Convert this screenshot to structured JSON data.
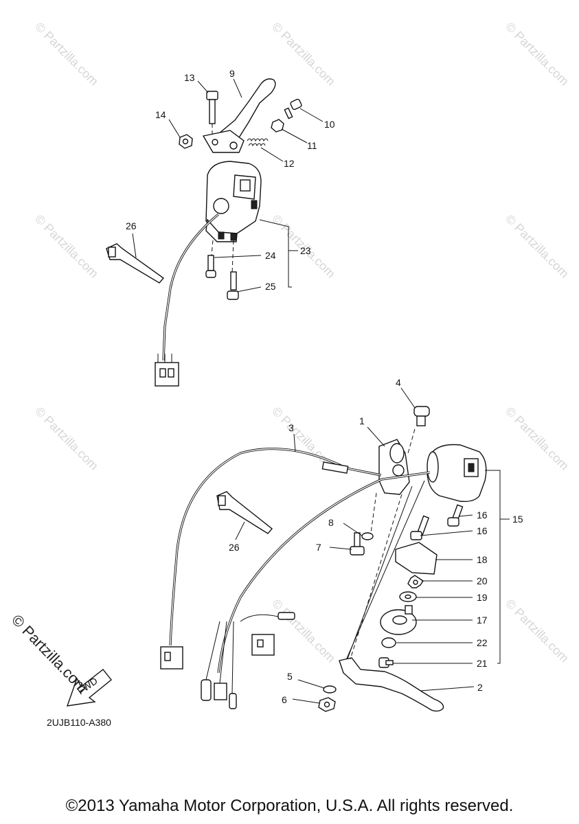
{
  "watermark": "© Partzilla.com",
  "brand_mark": "© Partzilla.com",
  "diagram_code": "2UJB110-A380",
  "copyright": "©2013 Yamaha Motor Corporation, U.S.A. All rights reserved.",
  "fwd_label": "FWD",
  "callouts": [
    {
      "id": "c13",
      "text": "13"
    },
    {
      "id": "c9",
      "text": "9"
    },
    {
      "id": "c14",
      "text": "14"
    },
    {
      "id": "c10",
      "text": "10"
    },
    {
      "id": "c11",
      "text": "11"
    },
    {
      "id": "c12",
      "text": "12"
    },
    {
      "id": "c26a",
      "text": "26"
    },
    {
      "id": "c23",
      "text": "23"
    },
    {
      "id": "c24",
      "text": "24"
    },
    {
      "id": "c25",
      "text": "25"
    },
    {
      "id": "c4",
      "text": "4"
    },
    {
      "id": "c1",
      "text": "1"
    },
    {
      "id": "c3",
      "text": "3"
    },
    {
      "id": "c16a",
      "text": "16"
    },
    {
      "id": "c16b",
      "text": "16"
    },
    {
      "id": "c15",
      "text": "15"
    },
    {
      "id": "c8",
      "text": "8"
    },
    {
      "id": "c7",
      "text": "7"
    },
    {
      "id": "c26b",
      "text": "26"
    },
    {
      "id": "c18",
      "text": "18"
    },
    {
      "id": "c20",
      "text": "20"
    },
    {
      "id": "c19",
      "text": "19"
    },
    {
      "id": "c17",
      "text": "17"
    },
    {
      "id": "c22",
      "text": "22"
    },
    {
      "id": "c21",
      "text": "21"
    },
    {
      "id": "c5",
      "text": "5"
    },
    {
      "id": "c6",
      "text": "6"
    },
    {
      "id": "c2",
      "text": "2"
    }
  ]
}
